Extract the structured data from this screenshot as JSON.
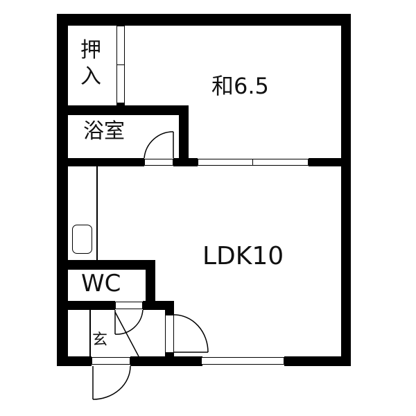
{
  "floorplan": {
    "rooms": {
      "closet": {
        "label_line1": "押",
        "label_line2": "入"
      },
      "washitsu": {
        "label": "和6.5"
      },
      "bath": {
        "label": "浴室"
      },
      "ldk": {
        "label": "LDK10"
      },
      "wc": {
        "label": "WC"
      },
      "entrance": {
        "label": "玄"
      }
    },
    "colors": {
      "wall": "#000000",
      "background": "#ffffff"
    }
  }
}
